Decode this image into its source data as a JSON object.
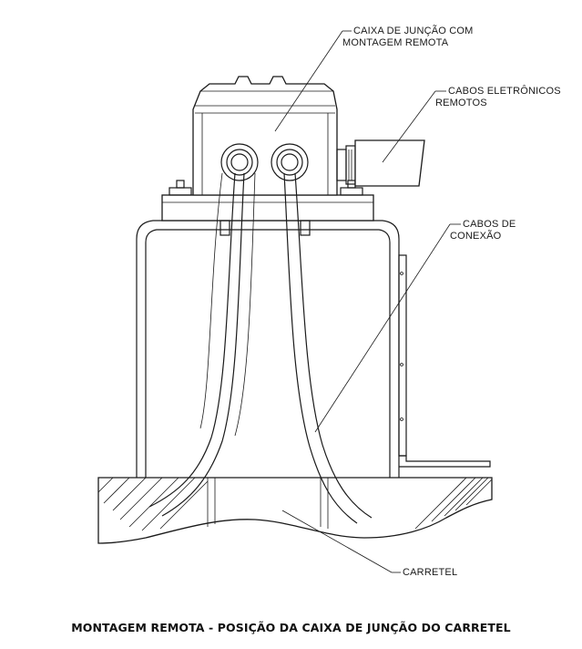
{
  "labels": {
    "junction_box_line1": "CAIXA DE JUNÇÃO COM",
    "junction_box_line2": "MONTAGEM REMOTA",
    "electronic_cables_line1": "CABOS ELETRÔNICOS",
    "electronic_cables_line2": "REMOTOS",
    "connection_cables_line1": "CABOS DE",
    "connection_cables_line2": "CONEXÃO",
    "spool": "CARRETEL"
  },
  "caption": "MONTAGEM REMOTA - POSIÇÃO DA CAIXA DE JUNÇÃO DO CARRETEL"
}
